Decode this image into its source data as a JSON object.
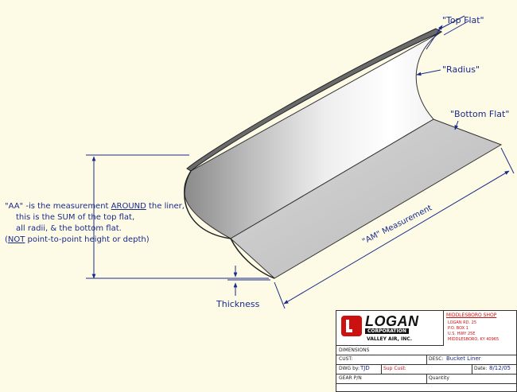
{
  "labels": {
    "top_flat": "\"Top Flat\"",
    "radius": "\"Radius\"",
    "bottom_flat": "\"Bottom Flat\"",
    "am_measurement": "\"AM\" Measurement",
    "thickness": "Thickness",
    "aa_line1_pre": "\"AA\" -is the measurement ",
    "aa_line1_em": "AROUND",
    "aa_line1_post": " the liner,",
    "aa_line2": "this is the SUM of the top flat,",
    "aa_line3": "all radii, & the bottom flat.",
    "aa_line4_pre": "(",
    "aa_line4_em": "NOT",
    "aa_line4_post": " point-to-point height or depth)"
  },
  "title_block": {
    "logo_name": "LOGAN",
    "logo_corp": "CORPORATION",
    "logo_sub": "VALLEY AIR, INC.",
    "shop": "MIDDLESBORO SHOP",
    "addr1": "LOGAN RD. 25",
    "addr2": "P.O. BOX 1",
    "addr3": "U.S. HWY 25E",
    "addr4": "MIDDLESBORO, KY 40965",
    "dimensions_label": "DIMENSIONS",
    "cust_label": "CUST:",
    "desc_label": "DESC:",
    "desc_value": "Bucket Liner",
    "dwg_label": "DWG by:",
    "dwg_value": "TJD",
    "sup_label": "Sup Cust:",
    "date_label": "Date:",
    "date_value": "8/12/05",
    "gear_label": "GEAR P/N",
    "qty_label": "Quantity"
  },
  "colors": {
    "annotation": "#1a2a8a",
    "accent_red": "#cc1111",
    "background": "#fdfbe6",
    "paper_bg": "#ffffff"
  }
}
